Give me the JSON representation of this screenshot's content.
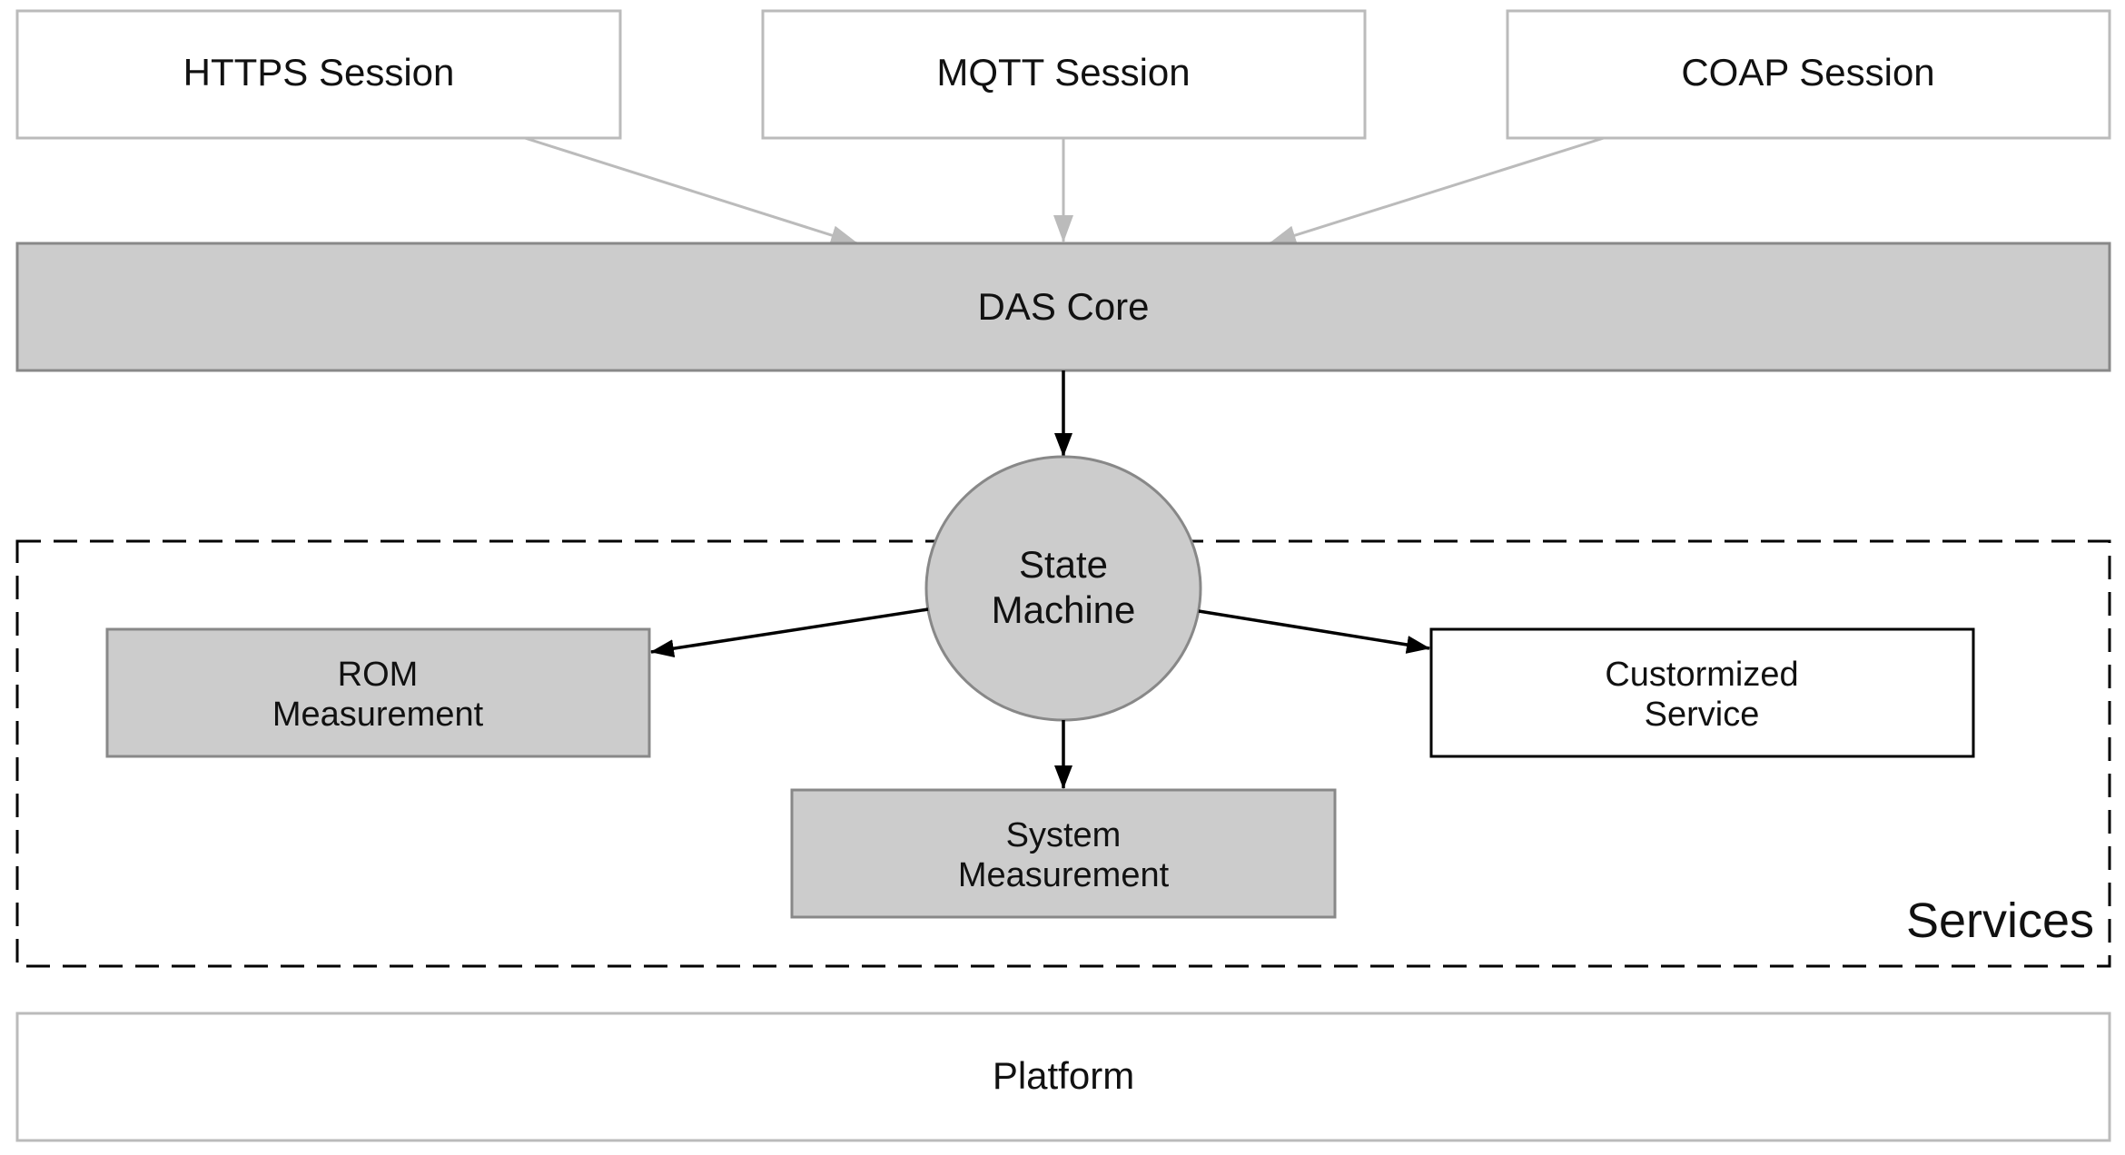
{
  "nodes": {
    "https_session": {
      "label": "HTTPS Session"
    },
    "mqtt_session": {
      "label": "MQTT Session"
    },
    "coap_session": {
      "label": "COAP Session"
    },
    "das_core": {
      "label": "DAS Core"
    },
    "state_machine": {
      "label_line1": "State",
      "label_line2": "Machine"
    },
    "rom_measurement": {
      "label_line1": "ROM",
      "label_line2": "Measurement"
    },
    "system_measurement": {
      "label_line1": "System",
      "label_line2": "Measurement"
    },
    "customized_service": {
      "label_line1": "Custormized",
      "label_line2": "Service"
    },
    "platform": {
      "label": "Platform"
    }
  },
  "groups": {
    "services": {
      "label": "Services"
    }
  },
  "colors": {
    "light_stroke": "#bbbbbb",
    "dark_stroke": "#888888",
    "fill_gray": "#cccccc",
    "black": "#000000"
  }
}
